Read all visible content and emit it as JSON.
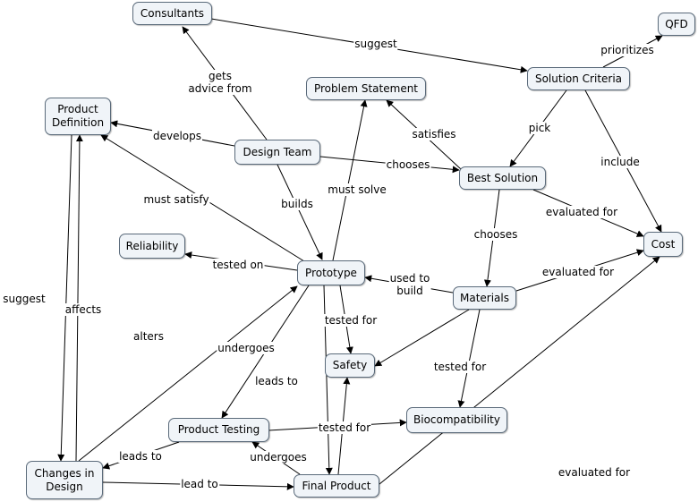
{
  "nodes": {
    "consultants": "Consultants",
    "qfd": "QFD",
    "problem_statement": "Problem Statement",
    "solution_criteria": "Solution Criteria",
    "product_definition": "Product\nDefinition",
    "design_team": "Design Team",
    "best_solution": "Best Solution",
    "reliability": "Reliability",
    "cost": "Cost",
    "prototype": "Prototype",
    "materials": "Materials",
    "safety": "Safety",
    "product_testing": "Product Testing",
    "biocompatibility": "Biocompatibility",
    "changes_in_design": "Changes in\nDesign",
    "final_product": "Final Product"
  },
  "labels": {
    "suggest_top": "suggest",
    "prioritizes": "prioritizes",
    "gets_advice_from": "gets\nadvice from",
    "develops": "develops",
    "satisfies": "satisfies",
    "pick": "pick",
    "chooses_team": "chooses",
    "include": "include",
    "builds": "builds",
    "must_solve": "must solve",
    "must_satisfy": "must satisfy",
    "evaluated_for_best": "evaluated for",
    "chooses_best": "chooses",
    "tested_on": "tested on",
    "used_to_build": "used to\nbuild",
    "evaluated_for_materials": "evaluated for",
    "suggest_left": "suggest",
    "affects": "affects",
    "alters": "alters",
    "tested_for_proto": "tested for",
    "undergoes_proto": "undergoes",
    "tested_for_materials": "tested for",
    "leads_to_proto": "leads to",
    "tested_for_testing": "tested for",
    "leads_to_testing": "leads to",
    "undergoes_final": "undergoes",
    "evaluated_for_final": "evaluated for",
    "lead_to": "lead to"
  }
}
